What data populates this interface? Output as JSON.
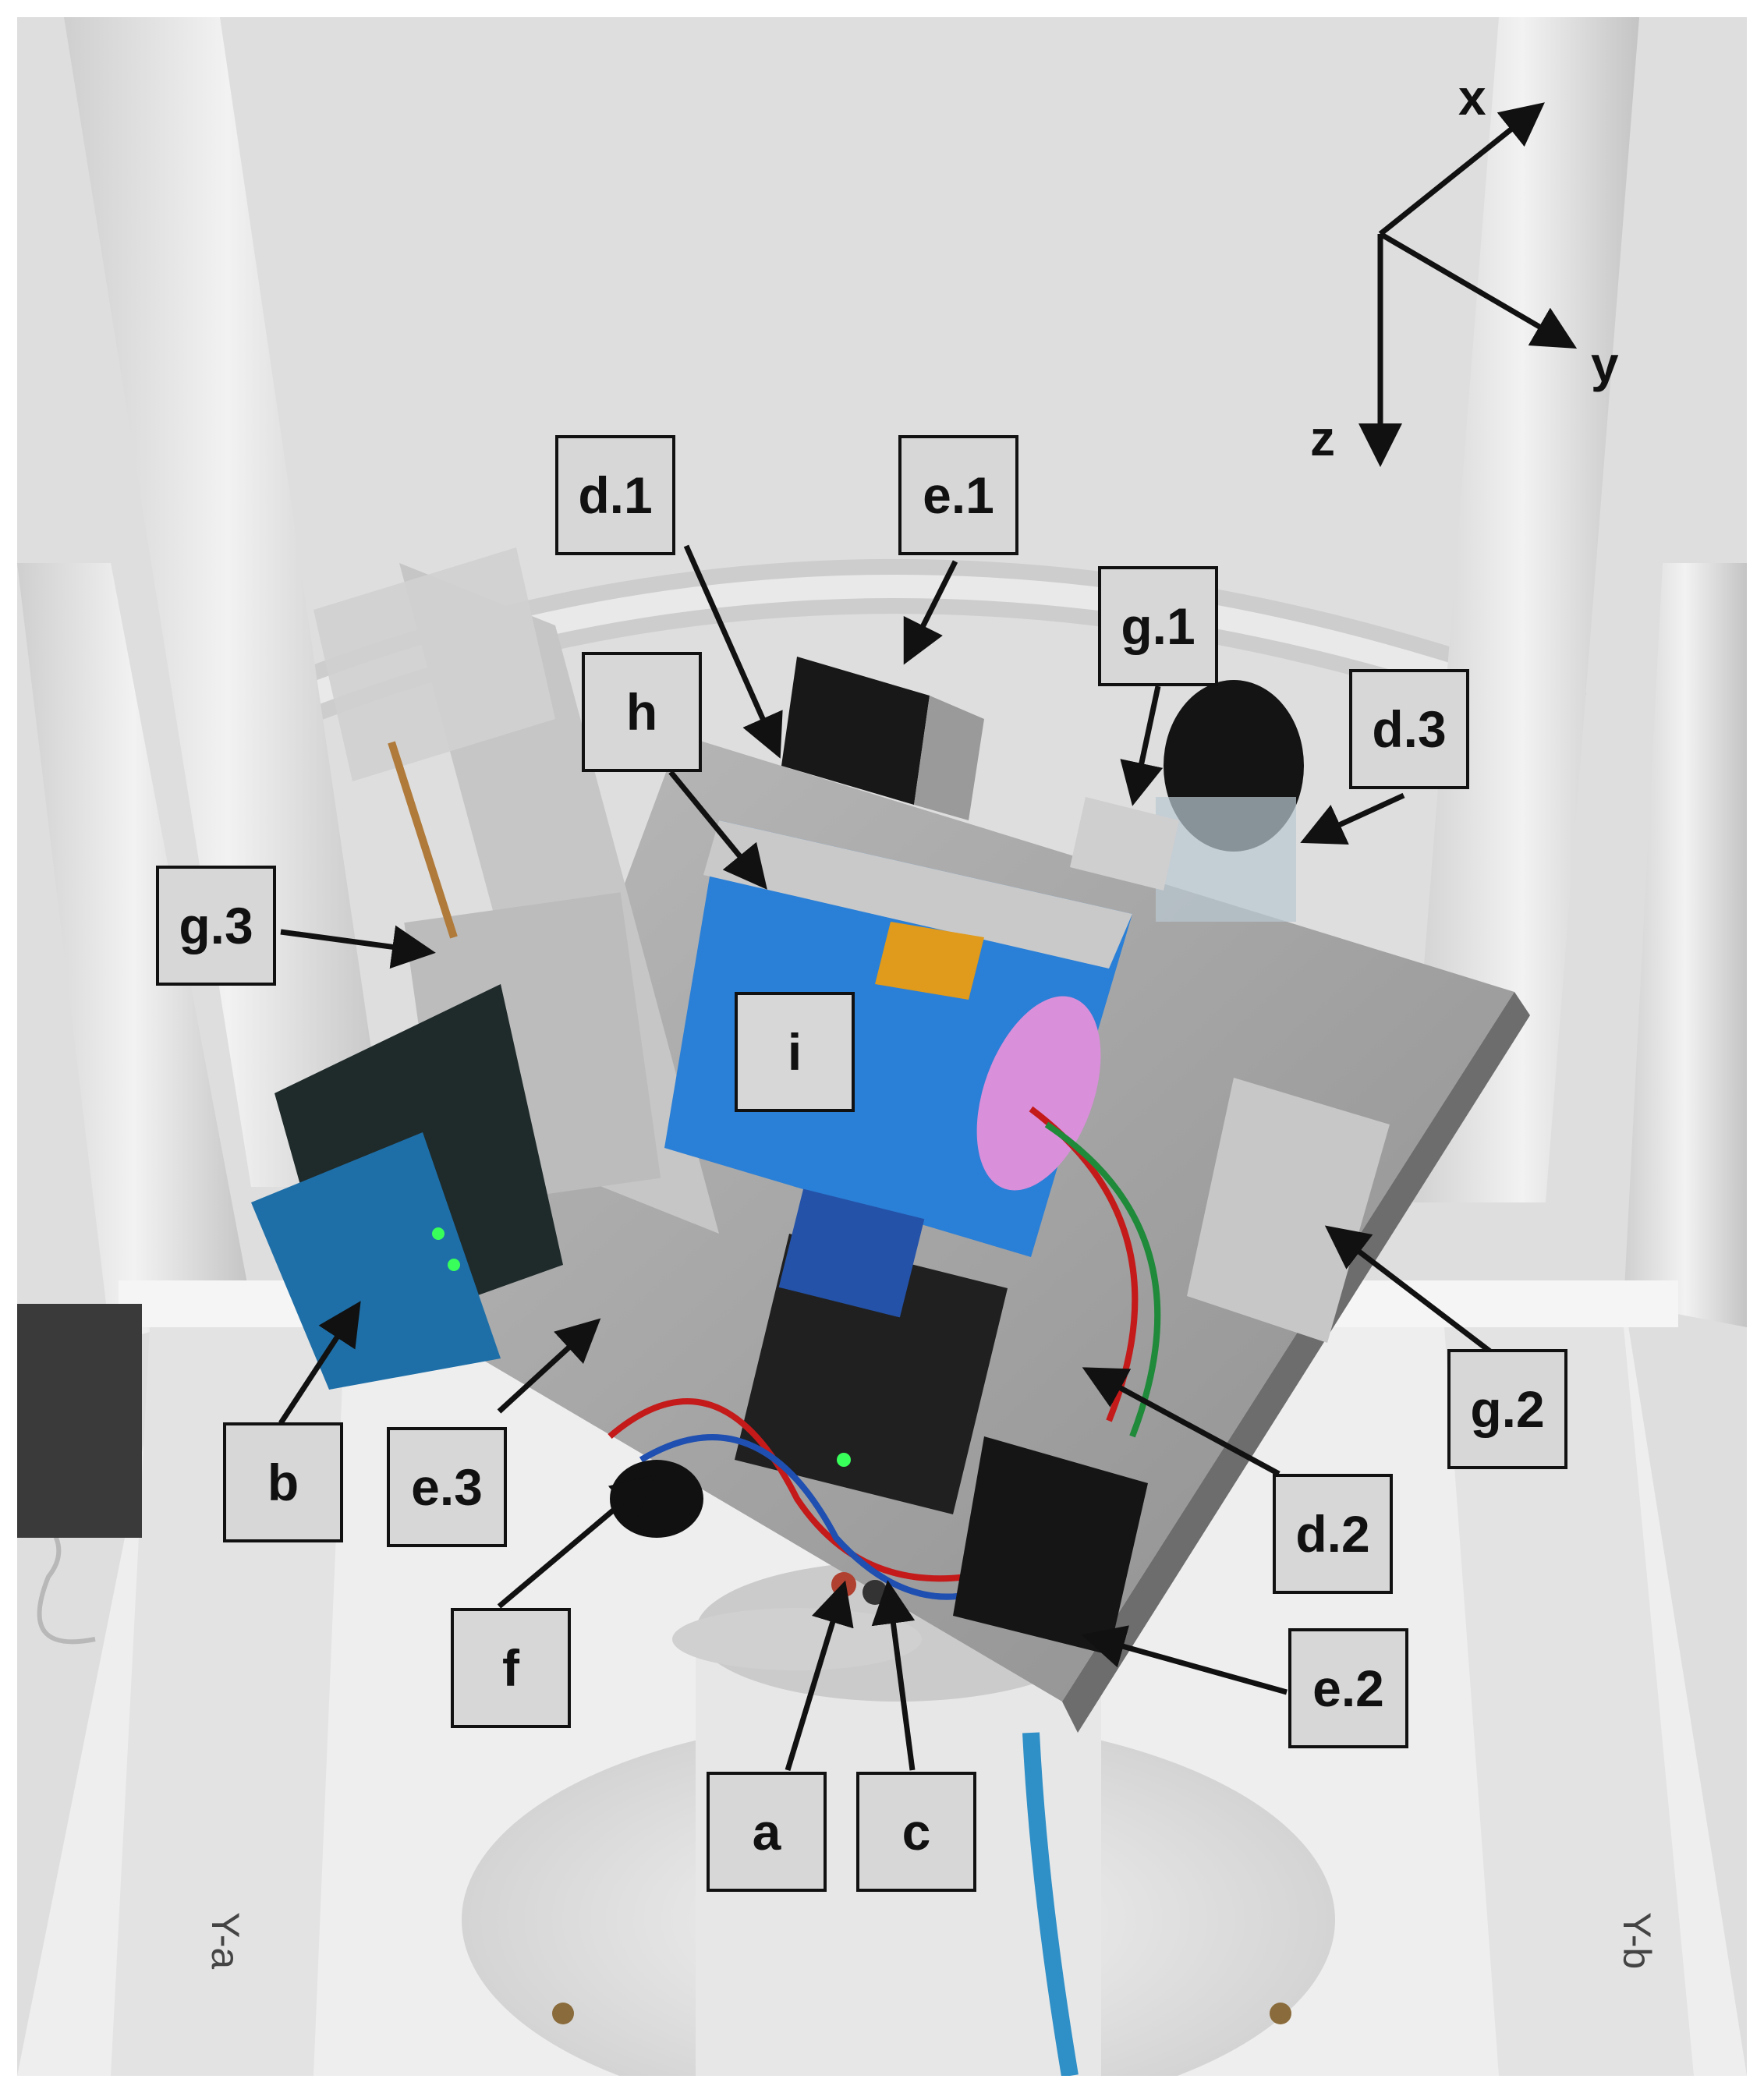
{
  "labels": {
    "d1": "d.1",
    "e1": "e.1",
    "g1": "g.1",
    "d3": "d.3",
    "h": "h",
    "g3": "g.3",
    "i": "i",
    "g2": "g.2",
    "d2": "d.2",
    "b": "b",
    "e3": "e.3",
    "f": "f",
    "e2": "e.2",
    "a": "a",
    "c": "c"
  },
  "axes": {
    "x": "x",
    "y": "y",
    "z": "z"
  },
  "frame_tags": {
    "left": "Y-a",
    "right": "Y-b"
  }
}
